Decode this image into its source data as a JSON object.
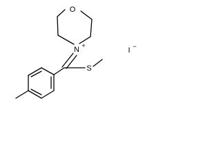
{
  "molecule": {
    "atoms": {
      "oxygen": "O",
      "nitrogen": "N",
      "nitrogen_charge": "+",
      "sulfur": "S"
    },
    "counter_ion": {
      "element": "I",
      "charge": "−"
    },
    "colors": {
      "ink": "#000000",
      "background": "#ffffff"
    }
  }
}
